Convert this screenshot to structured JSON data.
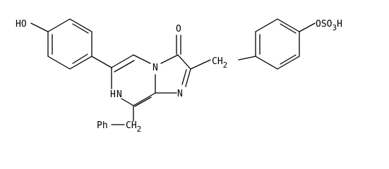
{
  "molecule": {
    "labels": {
      "hydroxyl": "HO",
      "carbonyl_oxygen": "O",
      "ring_nh": "H",
      "ring_nh_n": "N",
      "ring_n_bridge": "N",
      "ring_n_imine": "N",
      "ph_label": "Ph",
      "ch2_left_c": "CH",
      "ch2_left_sub": "2",
      "ch2_right_c": "CH",
      "ch2_right_sub": "2",
      "sulfate_text": "OSO",
      "sulfate_sub": "3",
      "sulfate_h": "H"
    },
    "colors": {
      "bond": "#000000",
      "text": "#000000",
      "background": "#ffffff"
    }
  }
}
